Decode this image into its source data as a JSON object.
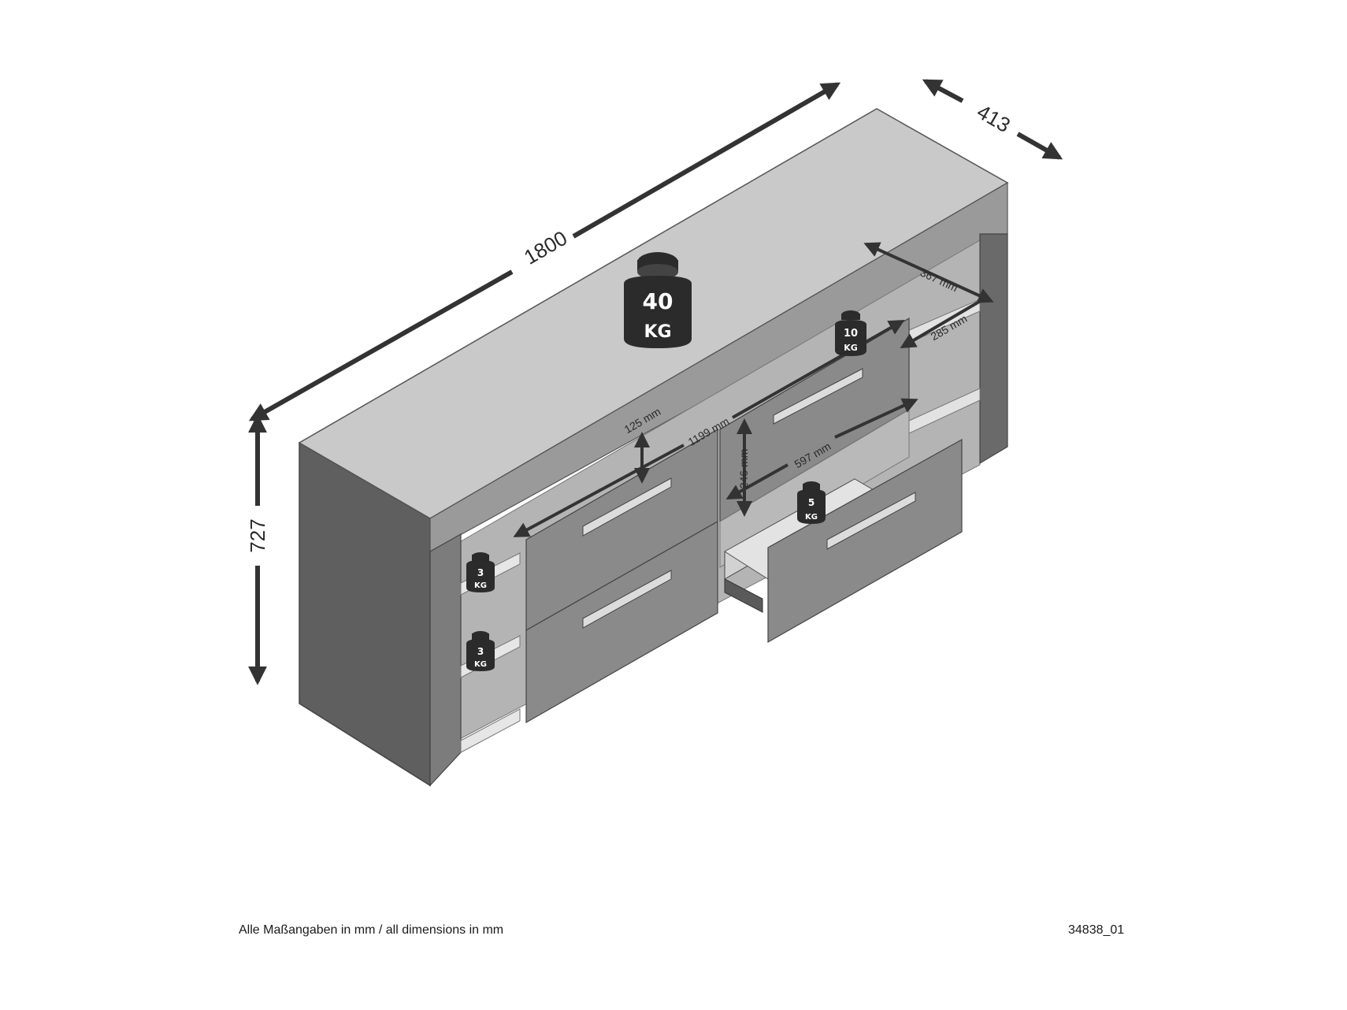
{
  "dimensions": {
    "width": "1800",
    "depth": "413",
    "height": "727",
    "inner_depth": "367 mm",
    "shelf_depth": "285 mm",
    "top_gap": "125 mm",
    "inner_width": "1199 mm",
    "drawer_height": "246 mm",
    "drawer_width": "597 mm"
  },
  "weights": {
    "top": {
      "value": "40",
      "unit": "KG"
    },
    "compartment": {
      "value": "10",
      "unit": "KG"
    },
    "drawer": {
      "value": "5",
      "unit": "KG"
    },
    "shelf_upper": {
      "value": "3",
      "unit": "KG"
    },
    "shelf_lower": {
      "value": "3",
      "unit": "KG"
    }
  },
  "footer": {
    "note": "Alle Maßangaben in mm / all dimensions in mm",
    "ref": "34838_01"
  },
  "colors": {
    "top_surface": "#c9c9c9",
    "front": "#8a8a8a",
    "side": "#5f5f5f",
    "weight": "#2b2b2b",
    "arrow": "#333333"
  }
}
